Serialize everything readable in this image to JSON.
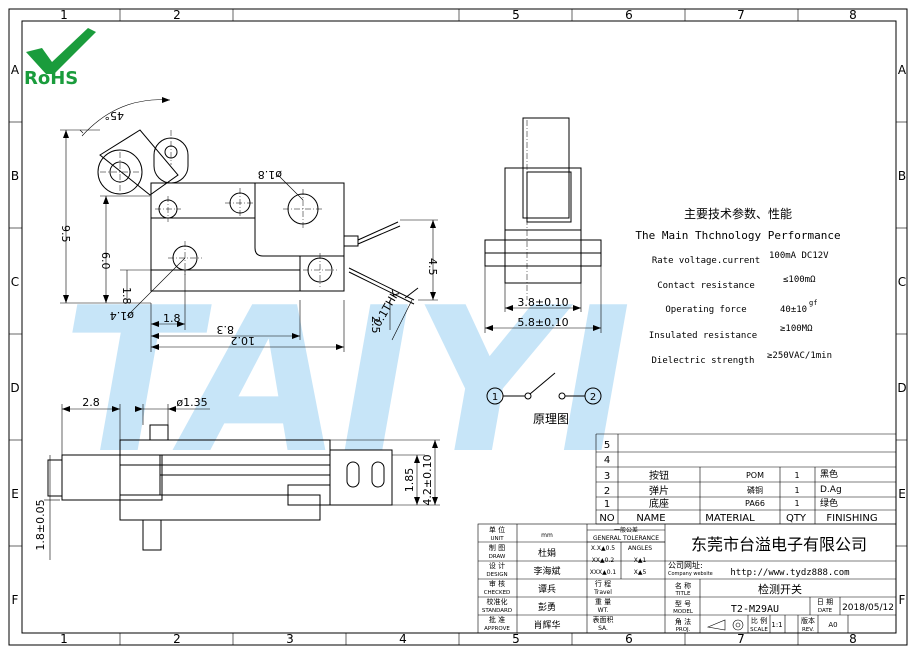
{
  "border": {
    "col_labels": [
      "1",
      "2",
      "3",
      "4",
      "5",
      "6",
      "7",
      "8"
    ],
    "row_labels": [
      "A",
      "B",
      "C",
      "D",
      "E",
      "F"
    ]
  },
  "logo": {
    "text": "RoHS",
    "color": "#1a9c3c"
  },
  "watermark": {
    "text": "TAIYI",
    "color": "#5fb4ea"
  },
  "dims": {
    "angle": "45°",
    "d_top": "ø1.8",
    "h_total": "9.5",
    "h_mid": "6.0",
    "h_low": "1.8",
    "d_low": "ø1.4",
    "w_low": "1.8",
    "w_mid": "8.3",
    "w_total": "10.2",
    "h_right": "4.5",
    "h_bottom": "2.5",
    "hook": "0.1THK",
    "side_w1": "3.8±0.10",
    "side_w2": "5.8±0.10",
    "b_w": "2.8",
    "b_d": "ø1.35",
    "b_h1": "1.85",
    "b_h2": "4.2±0.10",
    "b_h3": "1.8±0.05"
  },
  "performance": {
    "title_cn": "主要技术参数、性能",
    "title_en": "The Main Thchnology Performance",
    "rows": [
      {
        "label": "Rate voltage.current",
        "value": "100mA DC12V"
      },
      {
        "label": "Contact resistance",
        "value": "≤100mΩ"
      },
      {
        "label": "Operating force",
        "value": "40±10",
        "sup": "gf"
      },
      {
        "label": "Insulated resistance",
        "value": "≥100MΩ"
      },
      {
        "label": "Dielectric strength",
        "value": "≥250VAC/1min"
      }
    ]
  },
  "schematic": {
    "pin1": "1",
    "pin2": "2",
    "label": "原理图"
  },
  "bom": {
    "headers": [
      "NO",
      "NAME",
      "MATERIAL",
      "QTY",
      "FINISHING"
    ],
    "rows": [
      {
        "no": "5",
        "name": "",
        "material": "",
        "qty": "",
        "finish": ""
      },
      {
        "no": "4",
        "name": "",
        "material": "",
        "qty": "",
        "finish": ""
      },
      {
        "no": "3",
        "name": "按钮",
        "material": "POM",
        "qty": "1",
        "finish": "黑色"
      },
      {
        "no": "2",
        "name": "弹片",
        "material": "磷铜",
        "qty": "1",
        "finish": "D.Ag"
      },
      {
        "no": "1",
        "name": "底座",
        "material": "PA66",
        "qty": "1",
        "finish": "绿色"
      }
    ]
  },
  "titleblock": {
    "unit_cn": "单 位",
    "unit_en": "UNIT",
    "unit_val": "mm",
    "draw_cn": "制 图",
    "draw_en": "DRAW",
    "draw_name": "杜娟",
    "design_cn": "设 计",
    "design_en": "DESIGN",
    "design_name": "李海斌",
    "check_cn": "审 核",
    "check_en": "CHECKED",
    "check_name": "谭兵",
    "std_cn": "校准化",
    "std_en": "STANDARD",
    "std_name": "彭勇",
    "approve_cn": "批 准",
    "approve_en": "APPROVE",
    "approve_name": "肖辉华",
    "tol_cn": "一般公差",
    "tol_en": "GENERAL TOLERANCE",
    "tol1": "X.X▲0.5",
    "tol2": "XX▲0.2",
    "tol3": "XXX▲0.1",
    "ang_hdr": "ANGLES",
    "ang1": "X▲1",
    "ang2": "X▲5",
    "travel_cn": "行 程",
    "travel_en": "Travel",
    "wt_cn": "重 量",
    "wt_en": "WT.",
    "sa_cn": "表面积",
    "sa_en": "SA.",
    "company": "东莞市台溢电子有限公司",
    "web_cn": "公司网址:",
    "web_en": "Company website",
    "web": "http://www.tydz888.com",
    "title_cn": "名 称",
    "title_en": "TITLE",
    "title_val": "检测开关",
    "model_cn": "型 号",
    "model_en": "MODEL",
    "model_val": "T2-M29AU",
    "date_cn": "日 期",
    "date_en": "DATE",
    "date_val": "2018/05/12",
    "proj_cn": "角 法",
    "proj_en": "PROJ.",
    "scale_cn": "比 例",
    "scale_en": "SCALE",
    "scale_val": "1:1",
    "rev_cn": "版本",
    "rev_en": "REV.",
    "rev_val": "A0"
  }
}
